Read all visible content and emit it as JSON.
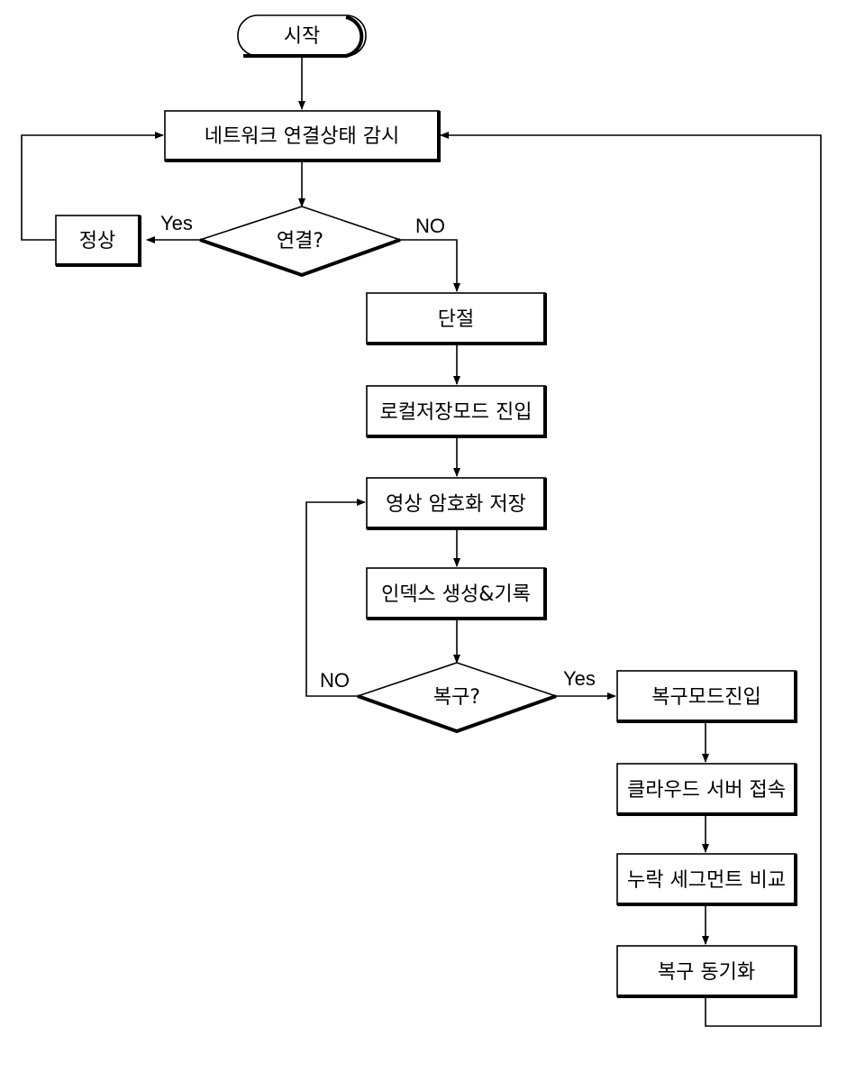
{
  "nodes": {
    "start": "시작",
    "monitor": "네트워크 연결상태 감시",
    "connected": "연결?",
    "normal": "정상",
    "disconnected": "단절",
    "local_mode": "로컬저장모드 진입",
    "encrypt_store": "영상 암호화 저장",
    "index": "인덱스 생성&기록",
    "recover_q": "복구?",
    "recover_mode": "복구모드진입",
    "cloud": "클라우드 서버 접속",
    "compare": "누락 세그먼트 비교",
    "sync": "복구 동기화"
  },
  "edges": {
    "connected_yes": "Yes",
    "connected_no": "NO",
    "recover_yes": "Yes",
    "recover_no": "NO"
  }
}
